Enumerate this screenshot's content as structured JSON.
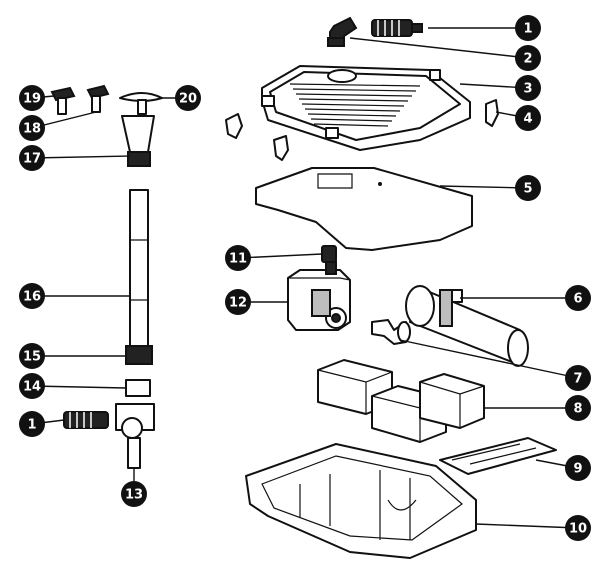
{
  "callouts": [
    {
      "label": "1"
    },
    {
      "label": "2"
    },
    {
      "label": "3"
    },
    {
      "label": "4"
    },
    {
      "label": "5"
    },
    {
      "label": "6"
    },
    {
      "label": "7"
    },
    {
      "label": "8"
    },
    {
      "label": "9"
    },
    {
      "label": "10"
    },
    {
      "label": "11"
    },
    {
      "label": "12"
    },
    {
      "label": "13"
    },
    {
      "label": "14"
    },
    {
      "label": "15"
    },
    {
      "label": "16"
    },
    {
      "label": "17"
    },
    {
      "label": "18"
    },
    {
      "label": "19"
    },
    {
      "label": "20"
    },
    {
      "label": "1"
    }
  ]
}
